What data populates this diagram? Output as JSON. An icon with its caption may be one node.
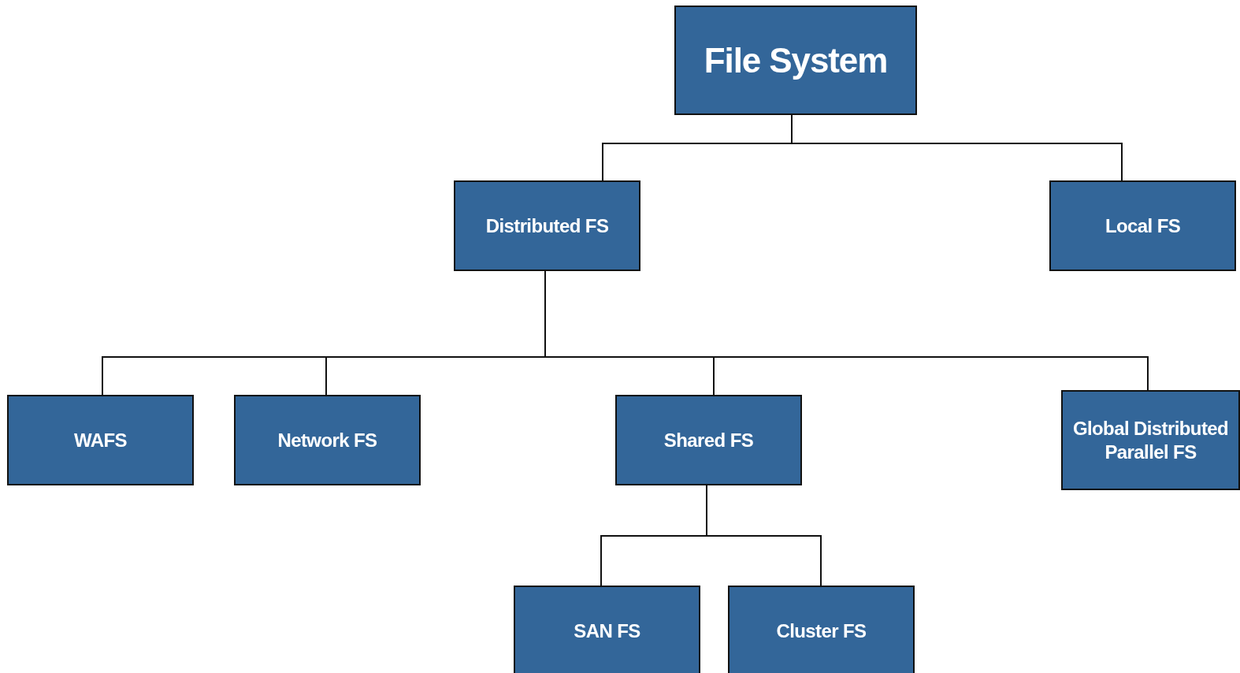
{
  "diagram": {
    "nodes": [
      {
        "text": [
          "File System"
        ]
      },
      {
        "text": [
          "Distributed FS"
        ]
      },
      {
        "text": [
          "Local FS"
        ]
      },
      {
        "text": [
          "WAFS"
        ]
      },
      {
        "text": [
          "Network FS"
        ]
      },
      {
        "text": [
          "Shared FS"
        ]
      },
      {
        "text": [
          "Global Distributed Parallel FS"
        ]
      },
      {
        "text": [
          "SAN FS"
        ]
      },
      {
        "text": [
          "Cluster FS"
        ]
      }
    ],
    "edges": [
      {
        "from": 0,
        "to": 1,
        "arrow": "none"
      },
      {
        "from": 0,
        "to": 2,
        "arrow": "none"
      },
      {
        "from": 1,
        "to": 3,
        "arrow": "none"
      },
      {
        "from": 1,
        "to": 4,
        "arrow": "none"
      },
      {
        "from": 1,
        "to": 5,
        "arrow": "none"
      },
      {
        "from": 1,
        "to": 6,
        "arrow": "none"
      },
      {
        "from": 5,
        "to": 7,
        "arrow": "none"
      },
      {
        "from": 5,
        "to": 8,
        "arrow": "none"
      }
    ]
  }
}
